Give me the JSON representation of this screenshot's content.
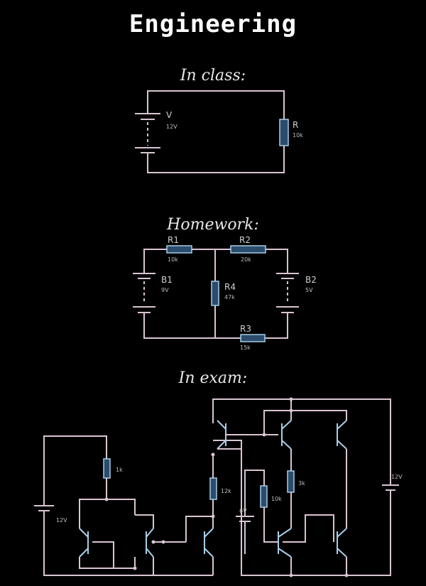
{
  "title": "Engineering",
  "in_class": {
    "caption": "In class:",
    "voltage_label": "V",
    "voltage_value": "12V",
    "resistor_label": "R",
    "resistor_value": "10k"
  },
  "homework": {
    "caption": "Homework:",
    "r1_label": "R1",
    "r1_value": "10k",
    "r2_label": "R2",
    "r2_value": "20k",
    "r3_label": "R3",
    "r3_value": "15k",
    "r4_label": "R4",
    "r4_value": "47k",
    "b1_label": "B1",
    "b1_value": "9V",
    "b2_label": "B2",
    "b2_value": "5V"
  },
  "in_exam": {
    "caption": "In exam:",
    "source_left": "12V",
    "source_right": "12V",
    "source_mid": "6V",
    "r_1k": "1k",
    "r_12k": "12k",
    "r_10k": "10k",
    "r_3k": "3k"
  }
}
